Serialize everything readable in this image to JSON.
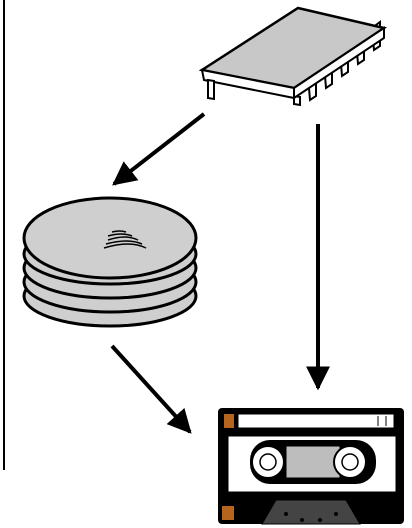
{
  "diagram": {
    "nodes": [
      {
        "id": "memory-chip",
        "icon": "ram-chip-icon"
      },
      {
        "id": "disk-stack",
        "icon": "disk-platter-stack-icon"
      },
      {
        "id": "cassette-tape",
        "icon": "cassette-tape-icon"
      }
    ],
    "edges": [
      {
        "from": "memory-chip",
        "to": "disk-stack"
      },
      {
        "from": "memory-chip",
        "to": "cassette-tape"
      },
      {
        "from": "disk-stack",
        "to": "cassette-tape"
      }
    ],
    "colors": {
      "outline": "#000000",
      "chip_top": "#c8c8c8",
      "platter": "#cfcfcf",
      "cassette_body": "#000000",
      "cassette_label": "#ffffff",
      "cassette_window": "#bdbdbd",
      "cassette_accent": "#b5651d",
      "reel": "#ffffff"
    }
  }
}
